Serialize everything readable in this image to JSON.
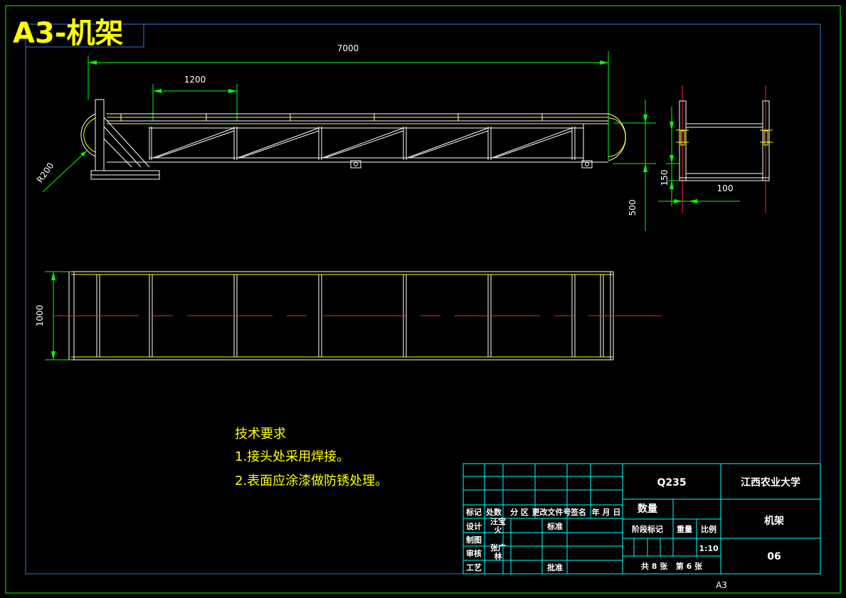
{
  "header": {
    "title": "A3-机架"
  },
  "dimensions": {
    "overall_length": "7000",
    "bay_length": "1200",
    "radius": "R200",
    "height_500": "500",
    "height_150": "150",
    "side_width_100": "100",
    "plan_width_1000": "1000"
  },
  "notes": {
    "heading": "技术要求",
    "line1": "1.接头处采用焊接。",
    "line2": "2.表面应涂漆做防锈处理。"
  },
  "title_block": {
    "material": "Q235",
    "school": "江西农业大学",
    "part_name": "机架",
    "drawing_no": "06",
    "quantity_label": "数量",
    "stage_label": "阶段标记",
    "weight_label": "重量",
    "scale_label": "比例",
    "scale_value": "1:10",
    "sheets": "共 8 张   第 6 张",
    "rev_headers": [
      "标记",
      "处数",
      "分 区",
      "更改文件号",
      "签名",
      "年 月 日"
    ],
    "design_label": "设计",
    "design_name": "汪宝\n火",
    "standard_label": "标准",
    "drawing_label": "制图",
    "review_label": "审核",
    "review_name": "张广\n林",
    "craft_label": "工艺",
    "approve_label": "批准"
  },
  "footer": {
    "paper_size": "A3"
  }
}
